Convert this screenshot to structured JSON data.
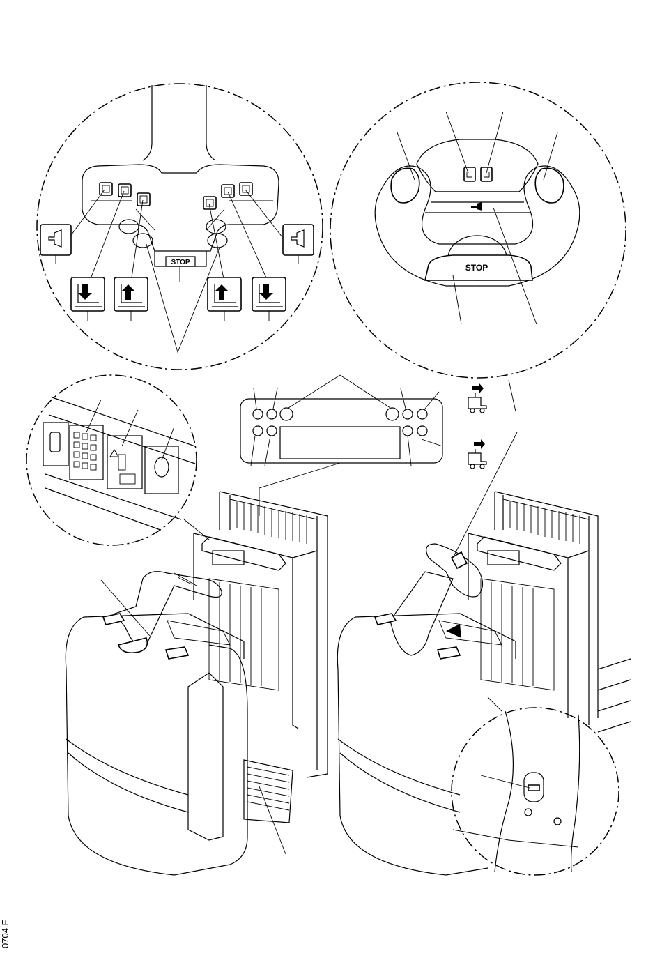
{
  "labels": {
    "stop_tiller": "STOP",
    "stop_wheel": "STOP",
    "figure_code": "0704.F"
  },
  "icons": [
    "horn-icon",
    "lower-fork-icon",
    "raise-fork-icon",
    "truck-reverse-icon",
    "truck-forward-icon",
    "key-switch-icon"
  ],
  "colors": {
    "line": "#000000",
    "background": "#ffffff"
  }
}
